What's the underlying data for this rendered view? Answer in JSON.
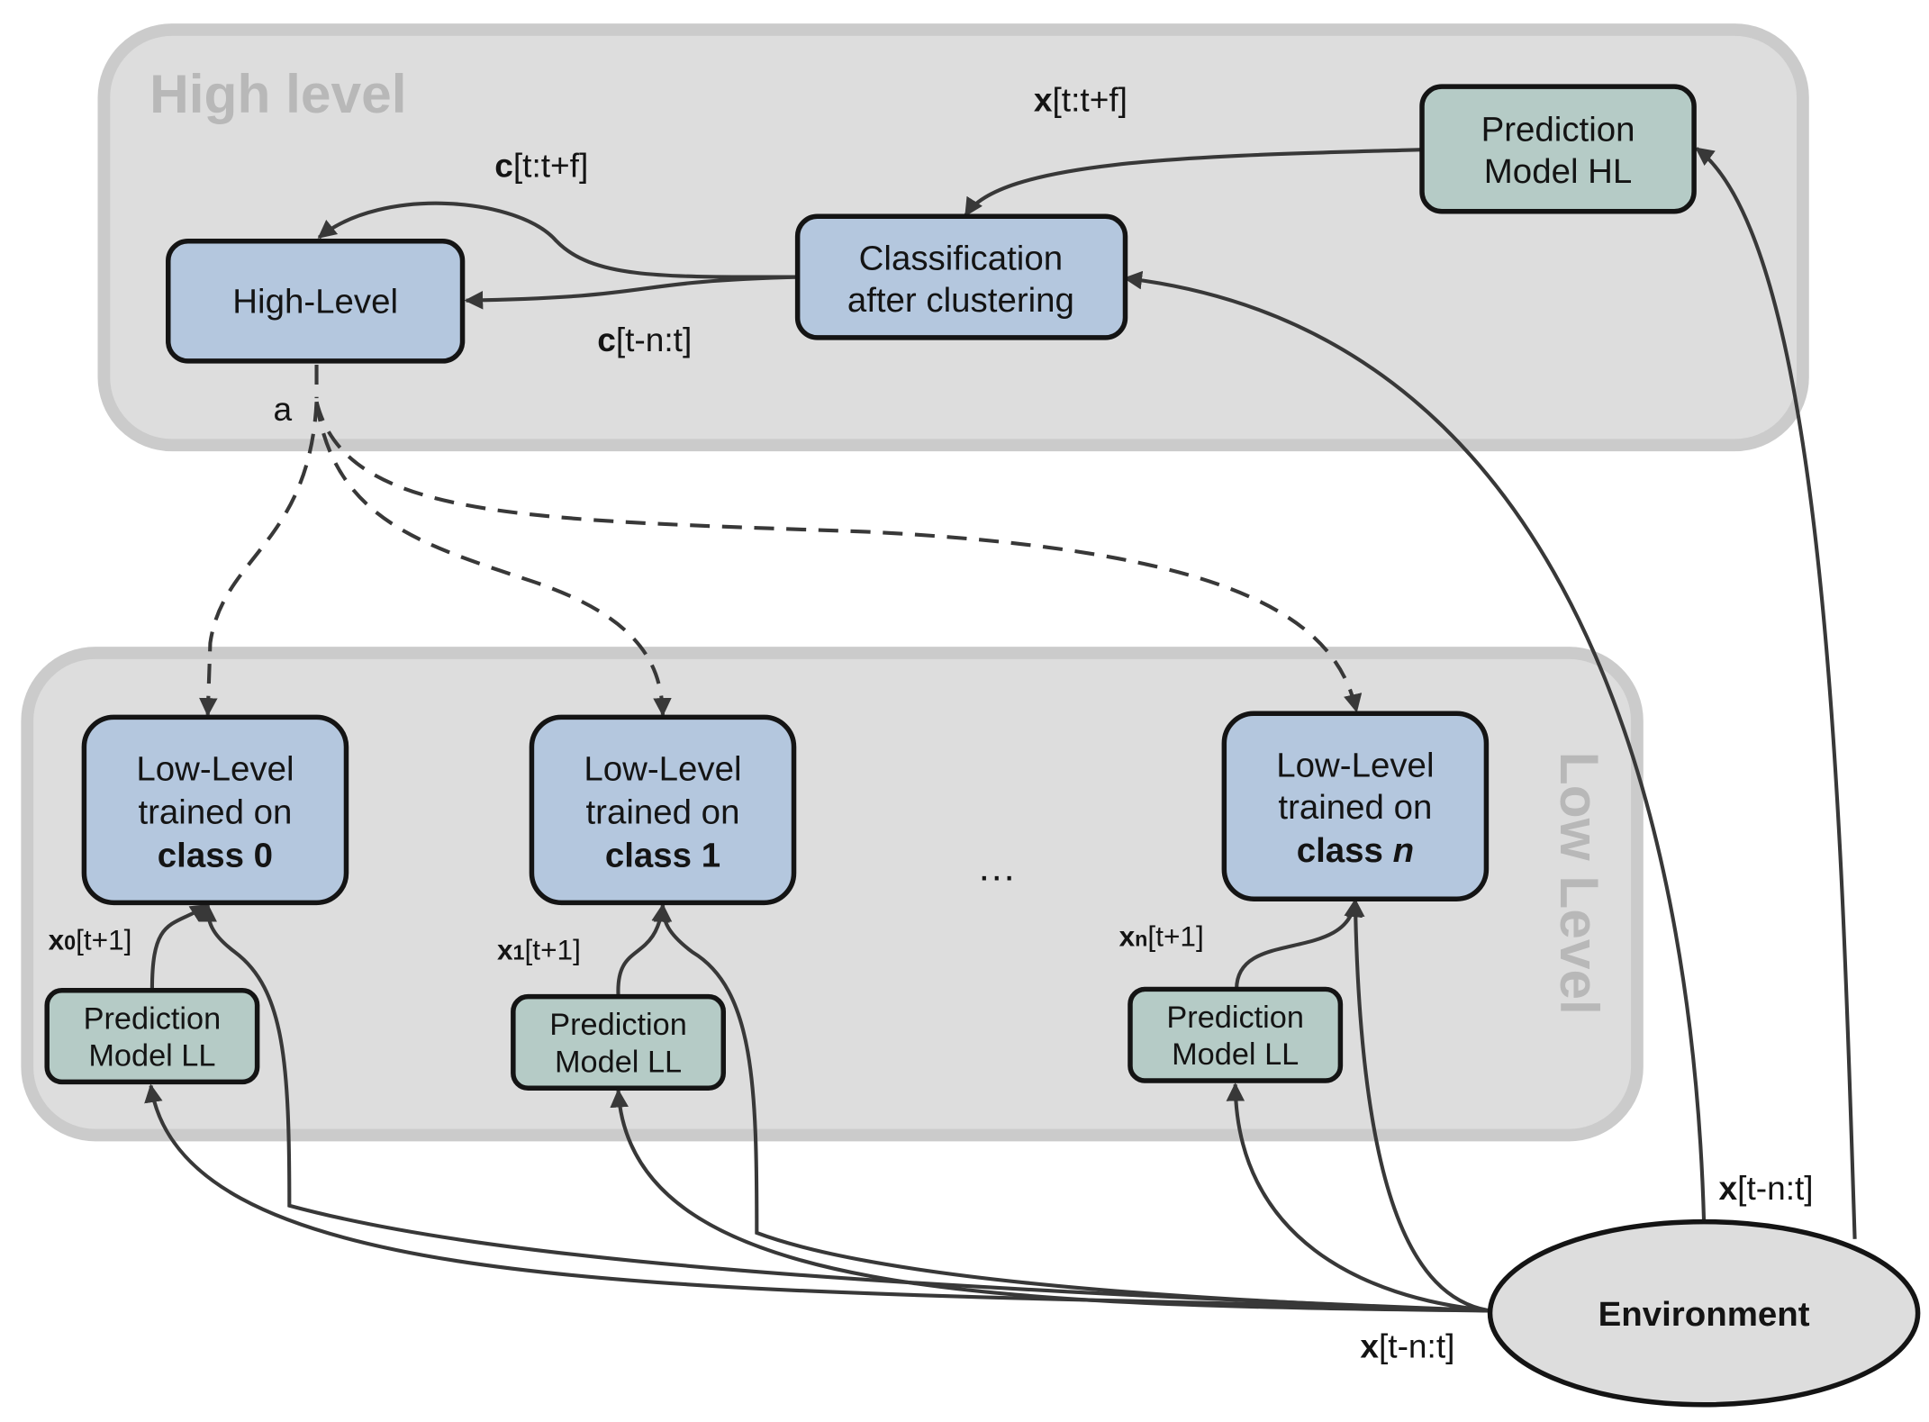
{
  "groups": {
    "high": {
      "title": "High level",
      "fill": "#dddddd",
      "border": "#cbcbcb"
    },
    "low": {
      "title": "Low Level",
      "fill": "#dddddd",
      "border": "#cbcbcb"
    }
  },
  "colors": {
    "model_box": "#b4c7de",
    "prediction_box": "#b5cbc6",
    "edge": "#383838",
    "environment": "#dddddd"
  },
  "nodes": {
    "high_level": {
      "label": "High-Level"
    },
    "classification": {
      "line1": "Classification",
      "line2": "after clustering"
    },
    "prediction_hl": {
      "line1": "Prediction",
      "line2": "Model HL"
    },
    "low_level_0": {
      "line1": "Low-Level",
      "line2": "trained on",
      "line3": "class 0"
    },
    "low_level_1": {
      "line1": "Low-Level",
      "line2": "trained on",
      "line3": "class 1"
    },
    "low_level_n": {
      "line1": "Low-Level",
      "line2": "trained on",
      "line3_prefix": "class ",
      "line3_var": "n"
    },
    "prediction_ll_0": {
      "line1": "Prediction",
      "line2": "Model LL"
    },
    "prediction_ll_1": {
      "line1": "Prediction",
      "line2": "Model LL"
    },
    "prediction_ll_n": {
      "line1": "Prediction",
      "line2": "Model LL"
    },
    "environment": {
      "label": "Environment"
    },
    "ellipsis": {
      "label": "…"
    }
  },
  "edge_labels": {
    "x_future": {
      "bold": "x",
      "rest": "[t:t+f]"
    },
    "c_future": {
      "bold": "c",
      "rest": "[t:t+f]"
    },
    "c_past": {
      "bold": "c",
      "rest": "[t-n:t]"
    },
    "action": {
      "rest": "a"
    },
    "x0_next": {
      "bold": "x",
      "sub": "0",
      "rest": "[t+1]"
    },
    "x1_next": {
      "bold": "x",
      "sub": "1",
      "rest": "[t+1]"
    },
    "xn_next": {
      "bold": "x",
      "sub": "n",
      "rest": "[t+1]"
    },
    "x_past_right": {
      "bold": "x",
      "rest": "[t-n:t]"
    },
    "x_past_bottom": {
      "bold": "x",
      "rest": "[t-n:t]"
    }
  }
}
